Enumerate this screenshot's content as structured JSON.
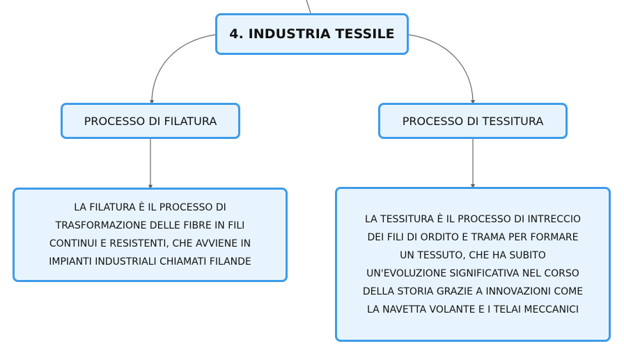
{
  "root": {
    "label": "4. INDUSTRIA TESSILE"
  },
  "branches": [
    {
      "label": "PROCESSO DI FILATURA",
      "description_lines": [
        "LA FILATURA È IL PROCESSO DI",
        "TRASFORMAZIONE DELLE FIBRE IN FILI",
        "CONTINUI E RESISTENTI, CHE AVVIENE IN",
        "IMPIANTI INDUSTRIALI CHIAMATI FILANDE"
      ]
    },
    {
      "label": "PROCESSO DI TESSITURA",
      "description_lines": [
        "LA TESSITURA È IL PROCESSO DI INTRECCIO",
        "DEI FILI DI ORDITO E TRAMA PER FORMARE",
        "UN TESSUTO, CHE HA SUBITO",
        "UN'EVOLUZIONE SIGNIFICATIVA NEL CORSO",
        "DELLA STORIA GRAZIE A INNOVAZIONI COME",
        "LA NAVETTA VOLANTE E I TELAI MECCANICI"
      ]
    }
  ],
  "colors": {
    "node_border": "#3d9be9",
    "node_fill": "#e8f4fd",
    "connector": "#666666",
    "text": "#111111"
  }
}
